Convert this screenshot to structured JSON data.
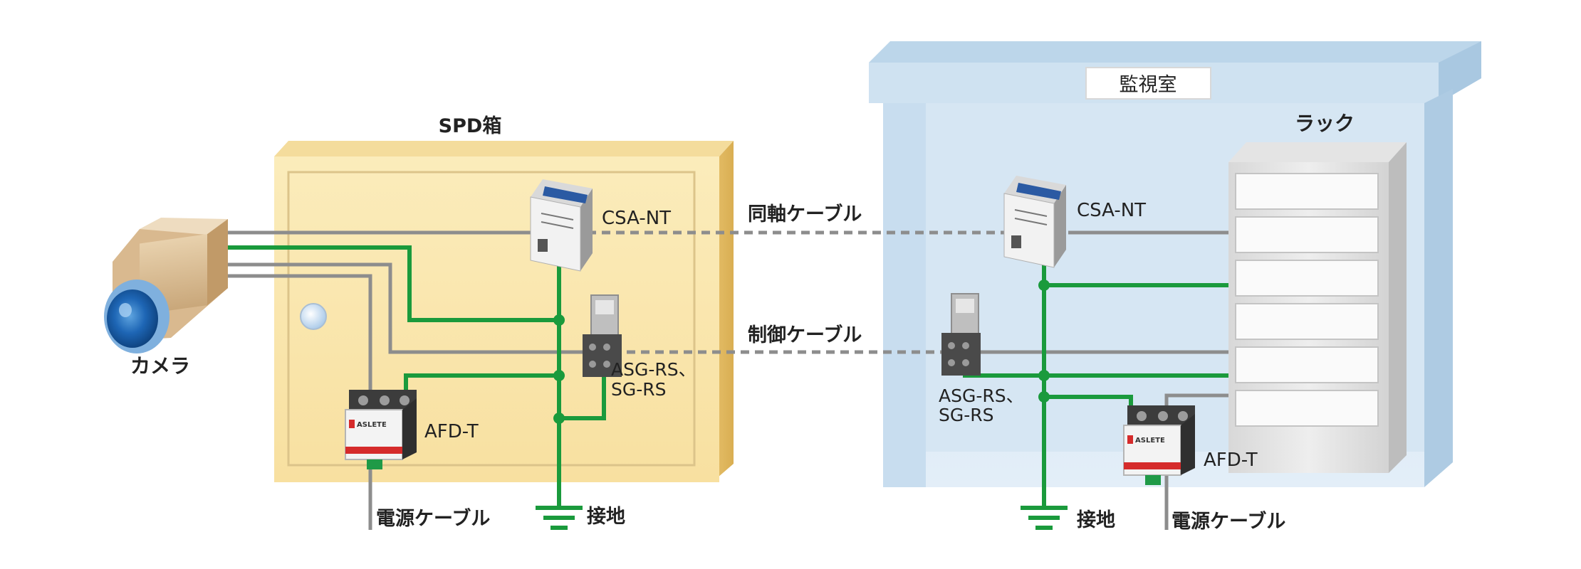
{
  "spd_box": {
    "title": "SPD箱"
  },
  "monitor_room": {
    "sign": "監視室",
    "rack_label": "ラック"
  },
  "camera": {
    "label": "カメラ"
  },
  "cables": {
    "coax": "同軸ケーブル",
    "control": "制御ケーブル",
    "power_left": "電源ケーブル",
    "power_right": "電源ケーブル"
  },
  "devices": {
    "csa_left": "CSA-NT",
    "csa_right": "CSA-NT",
    "asg_left_1": "ASG-RS、",
    "asg_left_2": "SG-RS",
    "asg_right_1": "ASG-RS、",
    "asg_right_2": "SG-RS",
    "afd_left": "AFD-T",
    "afd_right": "AFD-T",
    "afd_brand": "ASLETE"
  },
  "ground": {
    "left": "接地",
    "right": "接地"
  },
  "colors": {
    "ground_wire": "#1a9a3c",
    "signal_wire": "#8a8a8a",
    "box": "#f7e3a4",
    "room": "#c2dcee"
  }
}
